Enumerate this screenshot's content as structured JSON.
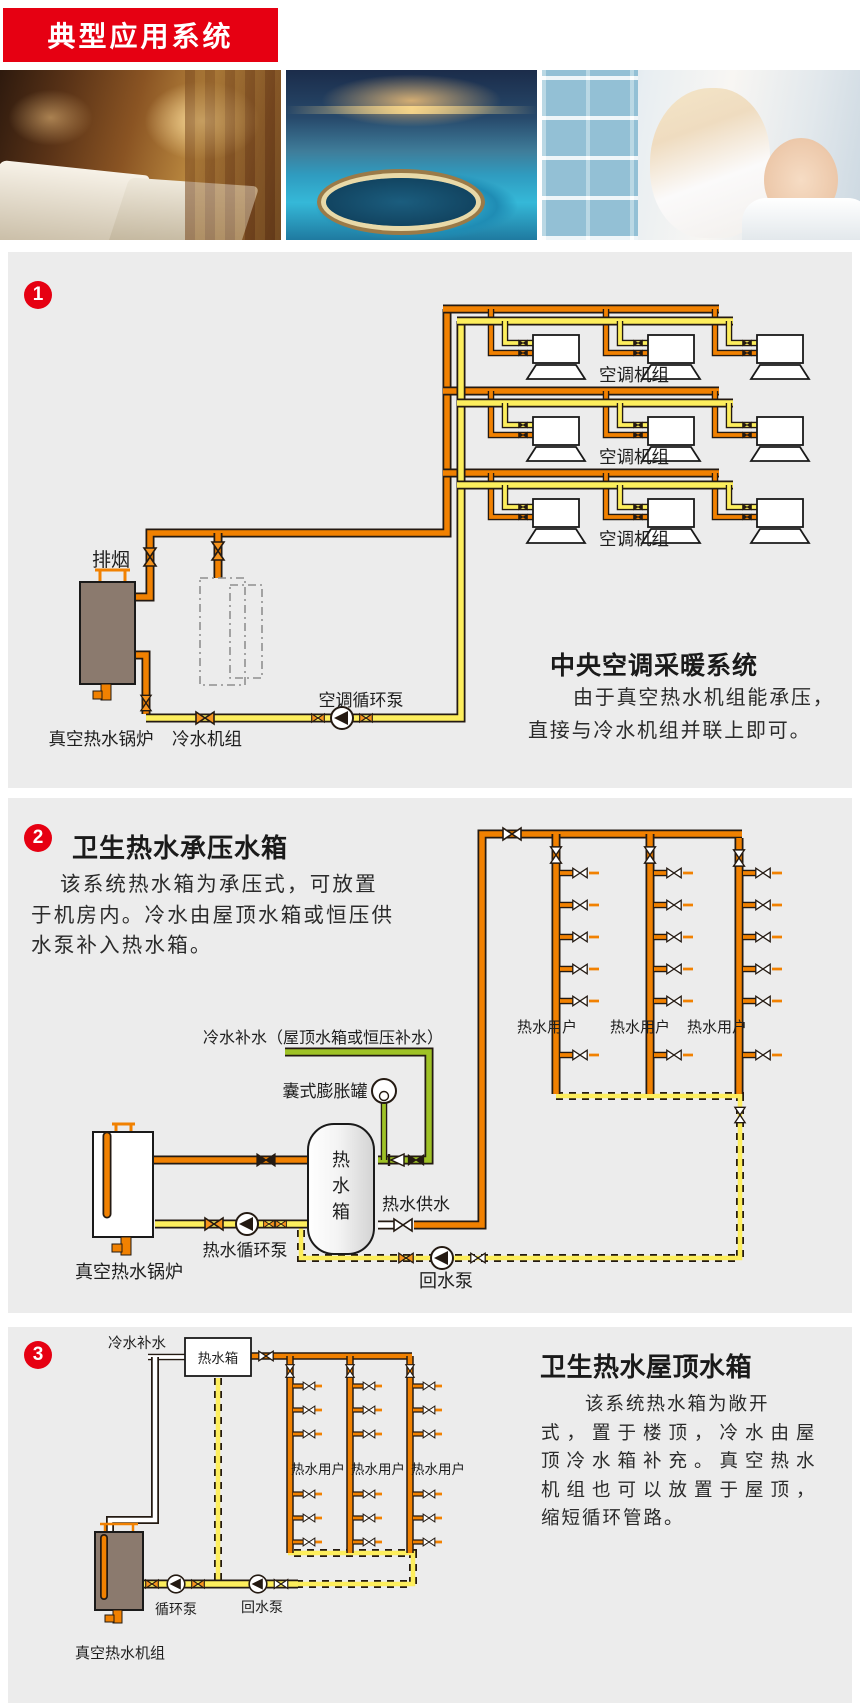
{
  "header": {
    "title": "典型应用系统"
  },
  "photos": [
    {
      "alt": "酒店客房照片"
    },
    {
      "alt": "室内温泉泳池照片"
    },
    {
      "alt": "母婴沐浴照片"
    }
  ],
  "colors": {
    "red": "#e60012",
    "orange": "#f18101",
    "yellow": "#fdee5d",
    "green": "#9fc226",
    "panel_gray": "#ececec",
    "boiler_brown": "#8b7a6e"
  },
  "s1": {
    "num": "1",
    "heading": "中央空调采暖系统",
    "desc_lines": [
      "由于真空热水机组能承压，",
      "直接与冷水机组并联上即可。"
    ],
    "labels": {
      "exhaust": "排烟",
      "ahu1": "空调机组",
      "ahu2": "空调机组",
      "ahu3": "空调机组",
      "pump": "空调循环泵",
      "boiler": "真空热水锅炉",
      "chiller": "冷水机组"
    }
  },
  "s2": {
    "num": "2",
    "heading": "卫生热水承压水箱",
    "desc_lines": [
      "该系统热水箱为承压式，可放置",
      "于机房内。冷水由屋顶水箱或恒压供",
      "水泵补入热水箱。"
    ],
    "labels": {
      "makeup": "冷水补水（屋顶水箱或恒压补水）",
      "expansion": "囊式膨胀罐",
      "tank": "热水箱",
      "supply": "热水供水",
      "circ_pump": "热水循环泵",
      "boiler": "真空热水锅炉",
      "return_pump": "回水泵",
      "users": [
        "热水用户",
        "热水用户",
        "热水用户"
      ]
    }
  },
  "s3": {
    "num": "3",
    "heading": "卫生热水屋顶水箱",
    "desc_lines": [
      "该系统热水箱为敞开",
      "式，置于楼顶，冷水由屋",
      "顶冷水箱补充。真空热水",
      "机组也可以放置于屋顶，",
      "缩短循环管路。"
    ],
    "labels": {
      "makeup": "冷水补水",
      "tank": "热水箱",
      "users": [
        "热水用户",
        "热水用户",
        "热水用户"
      ],
      "circ_pump": "循环泵",
      "return_pump": "回水泵",
      "unit": "真空热水机组"
    }
  }
}
